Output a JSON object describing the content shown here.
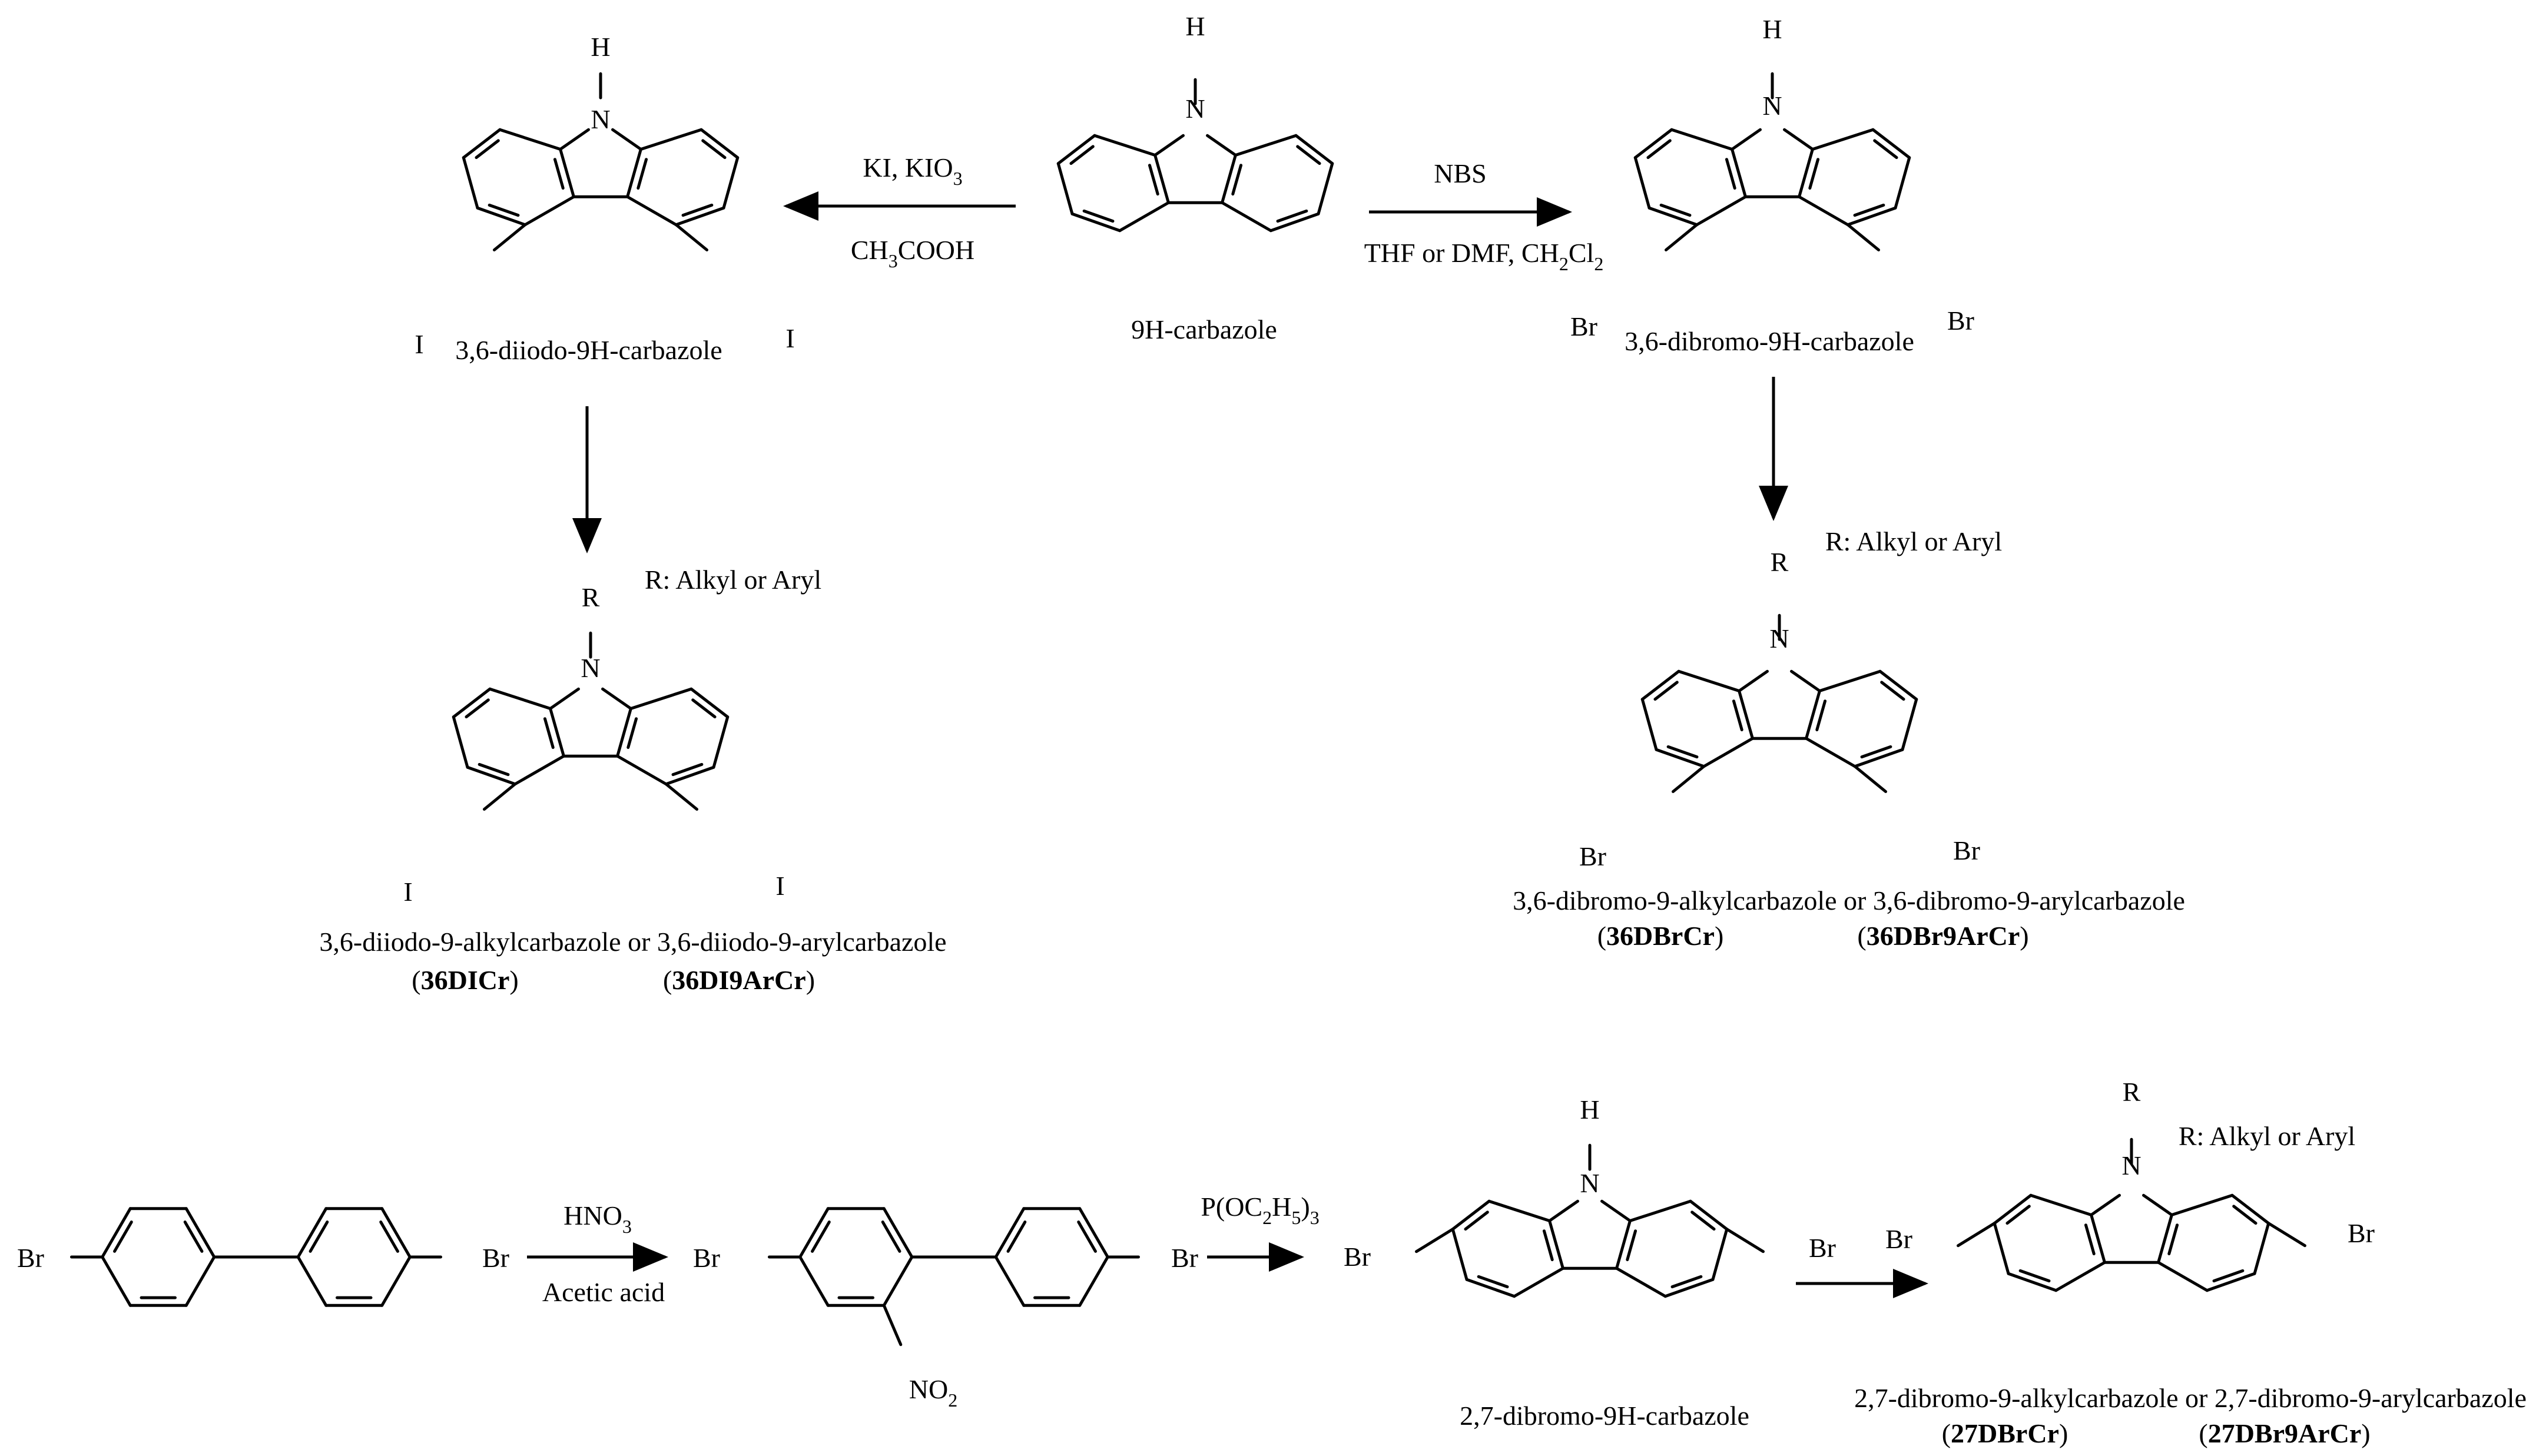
{
  "colors": {
    "ink": "#000000",
    "background": "#ffffff"
  },
  "atoms": {
    "H": "H",
    "N": "N",
    "R": "R",
    "I": "I",
    "Br": "Br",
    "NO2": {
      "base": "NO",
      "sub": "2"
    }
  },
  "compounds": {
    "carbazole": {
      "label": "9H-carbazole"
    },
    "diiodo": {
      "label": "3,6-diiodo-9H-carbazole"
    },
    "dibromo": {
      "label": "3,6-dibromo-9H-carbazole"
    },
    "diiodo_sub": {
      "label": "3,6-diiodo-9-alkylcarbazole or 3,6-diiodo-9-arylcarbazole",
      "code_a": "36DICr",
      "code_b": "36DI9ArCr",
      "r_note": "R: Alkyl or Aryl"
    },
    "dibromo_sub": {
      "label": "3,6-dibromo-9-alkylcarbazole or 3,6-dibromo-9-arylcarbazole",
      "code_a": "36DBrCr",
      "code_b": "36DBr9ArCr",
      "r_note": "R: Alkyl or Aryl"
    },
    "dibromo27": {
      "label": "2,7-dibromo-9H-carbazole"
    },
    "dibromo27_sub": {
      "label": "2,7-dibromo-9-alkylcarbazole or 2,7-dibromo-9-arylcarbazole",
      "code_a": "27DBrCr",
      "code_b": "27DBr9ArCr",
      "r_note": "R: Alkyl or Aryl"
    }
  },
  "reagents": {
    "iodination": {
      "line1": {
        "base": "KI, KIO",
        "sub": "3"
      },
      "line2": {
        "base": "CH",
        "sub": "3",
        "rest": "COOH"
      }
    },
    "bromination": {
      "line1": "NBS",
      "line2": {
        "base": "THF or  DMF, CH",
        "sub1": "2",
        "mid": "Cl",
        "sub2": "2"
      }
    },
    "nitration": {
      "line1": {
        "base": "HNO",
        "sub": "3"
      },
      "line2": "Acetic acid"
    },
    "cadogan": {
      "base": "P(OC",
      "sub1": "2",
      "mid": "H",
      "sub2": "5",
      "close": ")",
      "sub3": "3"
    }
  }
}
